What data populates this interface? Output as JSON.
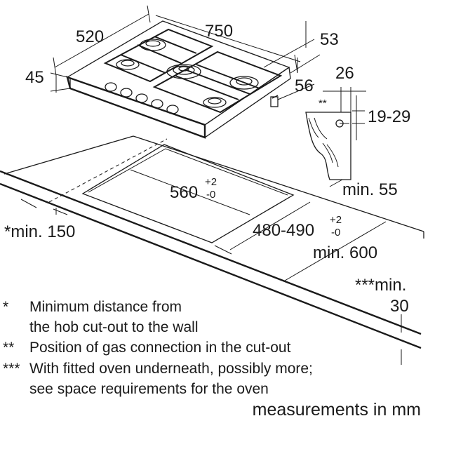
{
  "diagram": {
    "dimensions": {
      "hob_depth": "520",
      "hob_width": "750",
      "hob_height": "45",
      "gas_inlet_offset_top": "53",
      "gas_inlet_offset_side": "56",
      "gas_connection_depth": "26",
      "gas_connection_range": "19-29",
      "worktop_min_thickness": "min. 55",
      "cutout_width": "560",
      "cutout_width_tol_plus": "+2",
      "cutout_width_tol_minus": "-0",
      "cutout_depth": "480-490",
      "cutout_depth_tol_plus": "+2",
      "cutout_depth_tol_minus": "-0",
      "worktop_min_depth": "min. 600",
      "min_wall_distance": "*min. 150",
      "min_oven_gap_label": "***min.",
      "min_oven_gap_value": "30",
      "gas_connection_marker": "**"
    }
  },
  "notes": [
    {
      "mark": "*",
      "text_lines": [
        "Minimum distance from",
        "the hob cut-out to the wall"
      ]
    },
    {
      "mark": "**",
      "text_lines": [
        "Position of gas connection in the cut-out"
      ]
    },
    {
      "mark": "***",
      "text_lines": [
        "With fitted oven underneath, possibly more;",
        "see space requirements for the oven"
      ]
    }
  ],
  "units_caption": "measurements in mm"
}
